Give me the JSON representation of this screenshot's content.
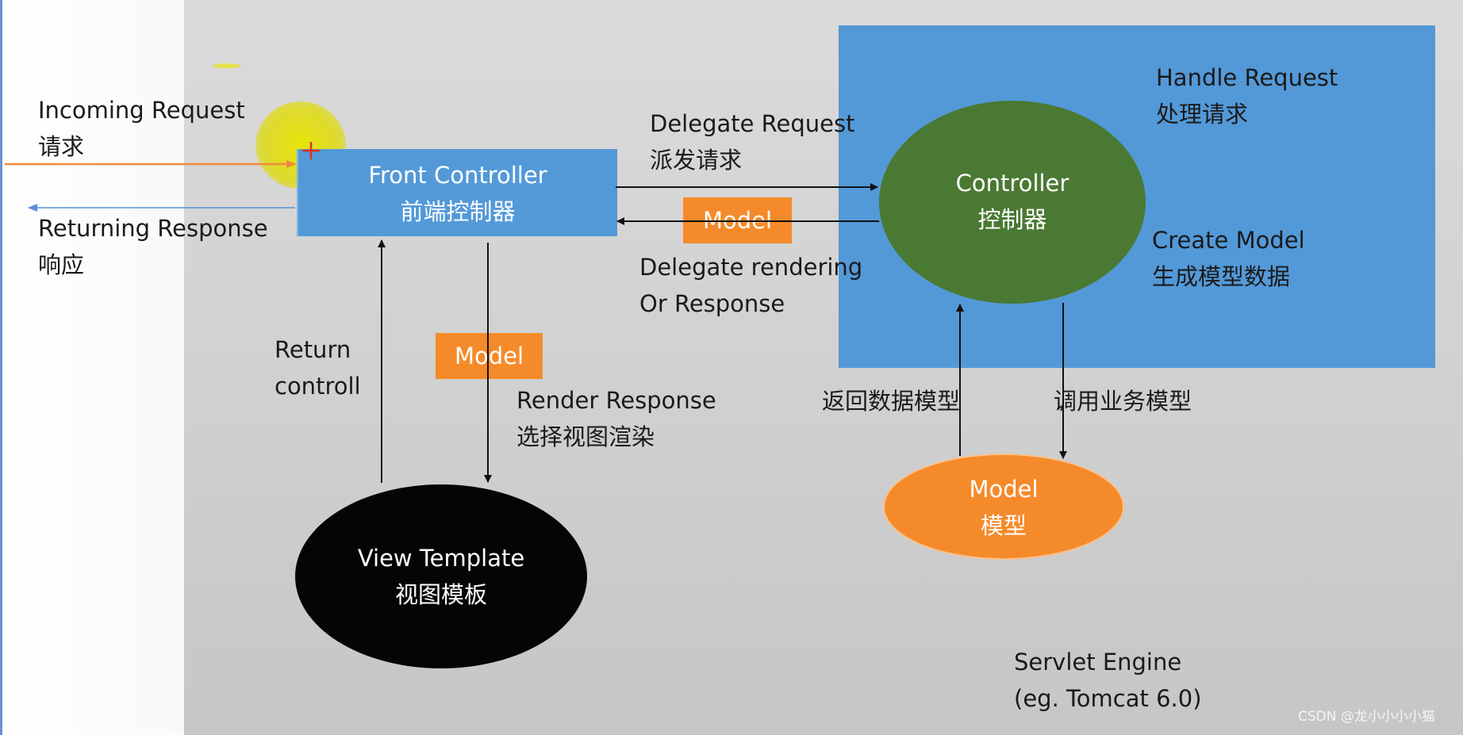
{
  "diagram": {
    "incoming_request": [
      "Incoming Request",
      "请求"
    ],
    "returning_response": [
      "Returning Response",
      "响应"
    ],
    "front_controller": [
      "Front  Controller",
      "前端控制器"
    ],
    "delegate_request": [
      "Delegate Request",
      "派发请求"
    ],
    "model_tag_top": "Model",
    "delegate_rendering": [
      "Delegate rendering",
      "Or Response"
    ],
    "controller": [
      "Controller",
      "控制器"
    ],
    "handle_request": [
      "Handle Request",
      "处理请求"
    ],
    "create_model": [
      "Create Model",
      "生成模型数据"
    ],
    "return_control": [
      "Return",
      "controll"
    ],
    "model_tag_mid": "Model",
    "render_response": [
      "Render Response",
      "选择视图渲染"
    ],
    "return_data_model": "返回数据模型",
    "call_business_model": "调用业务模型",
    "model_node": [
      "Model",
      "模型"
    ],
    "view_template": [
      "View Template",
      "视图模板"
    ],
    "servlet_engine": [
      "Servlet Engine",
      "(eg. Tomcat 6.0)"
    ]
  },
  "watermark": "CSDN @龙小小小小猫",
  "colors": {
    "blue_box": "#5399d8",
    "controller_green": "#4a7933",
    "model_orange": "#f58a2a",
    "view_black": "#050505",
    "incoming_arrow": "#f08a3c",
    "returning_arrow": "#5b8fd6"
  }
}
